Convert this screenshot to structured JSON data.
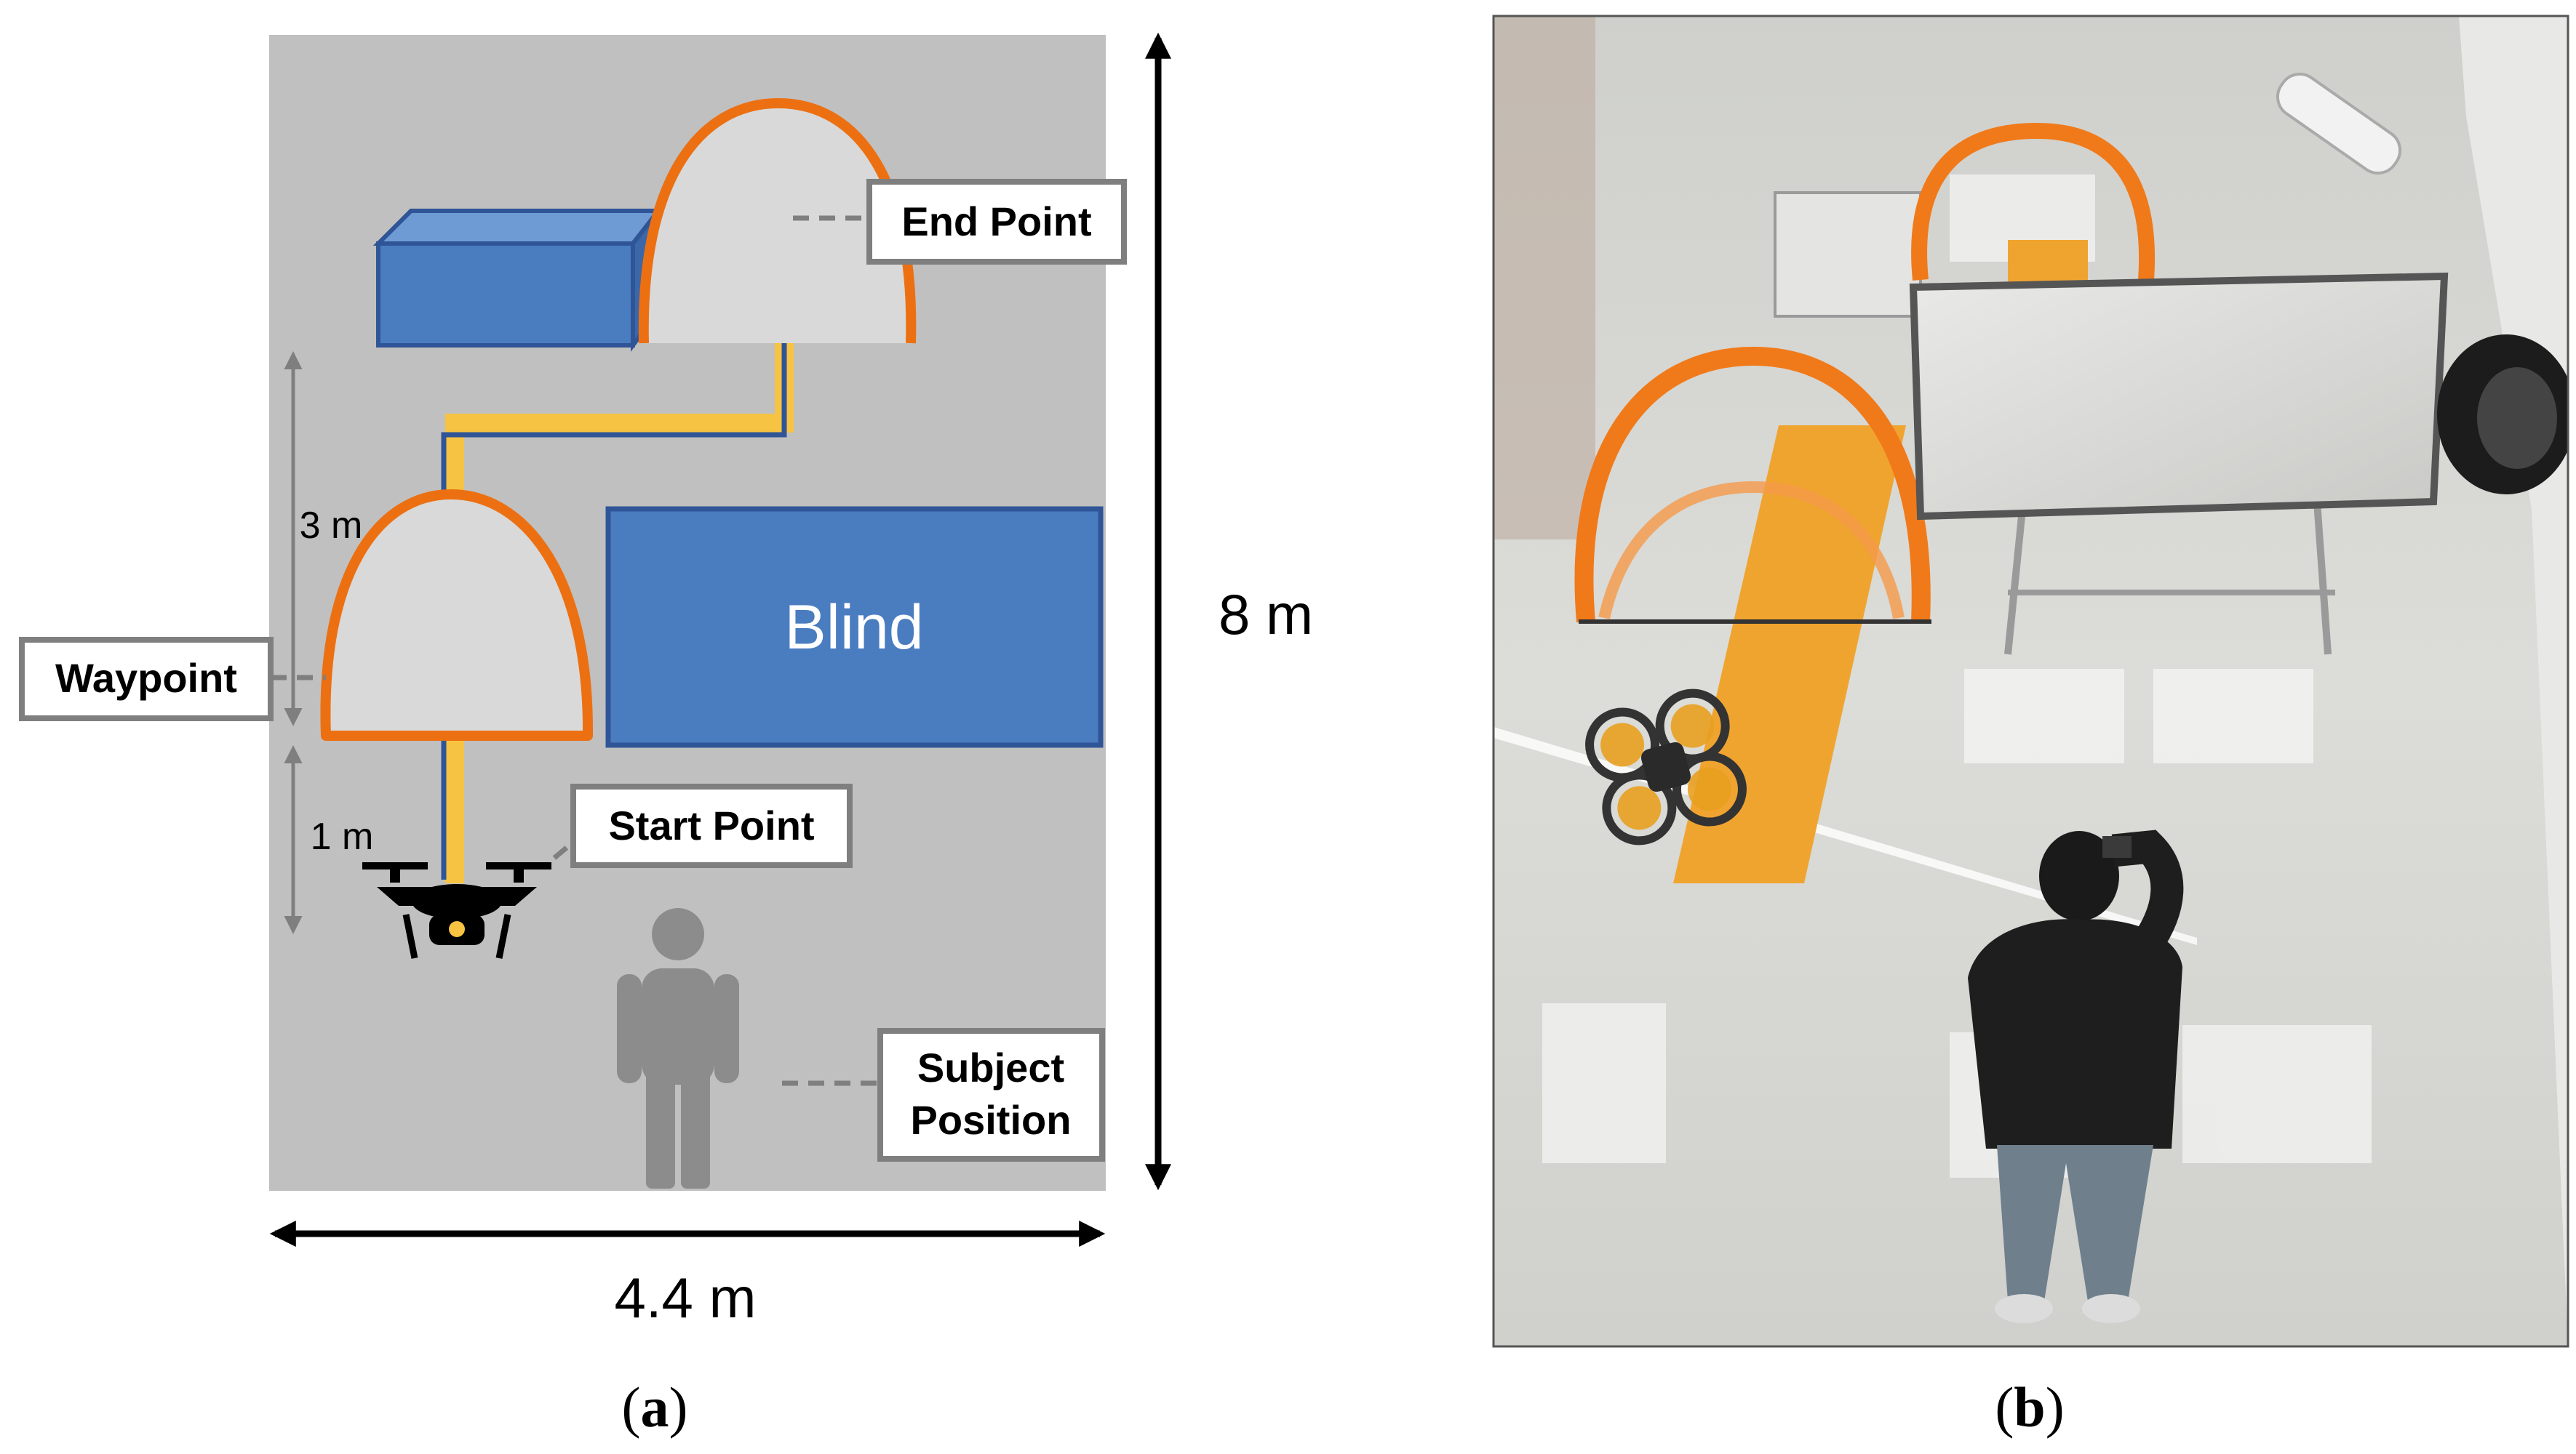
{
  "panel_a": {
    "caption_letter": "a",
    "labels": {
      "end_point": "End Point",
      "waypoint": "Waypoint",
      "start_point": "Start Point",
      "subject_line1": "Subject",
      "subject_line2": "Position",
      "blind": "Blind"
    },
    "dimensions": {
      "width": "4.4 m",
      "height": "8 m",
      "gap_upper": "3 m",
      "gap_lower": "1 m"
    },
    "colors": {
      "field": "#c0c0c0",
      "blue_box": "#4a7cc0",
      "blue_box_edge": "#2f5597",
      "gate_orange": "#ec7012",
      "gate_fill": "#d9d9d9",
      "path_yellow": "#f6c342",
      "path_blue": "#2f5597",
      "label_border": "#7f7f7f",
      "person_gray": "#8c8c8c"
    }
  },
  "panel_b": {
    "caption_letter": "b"
  }
}
